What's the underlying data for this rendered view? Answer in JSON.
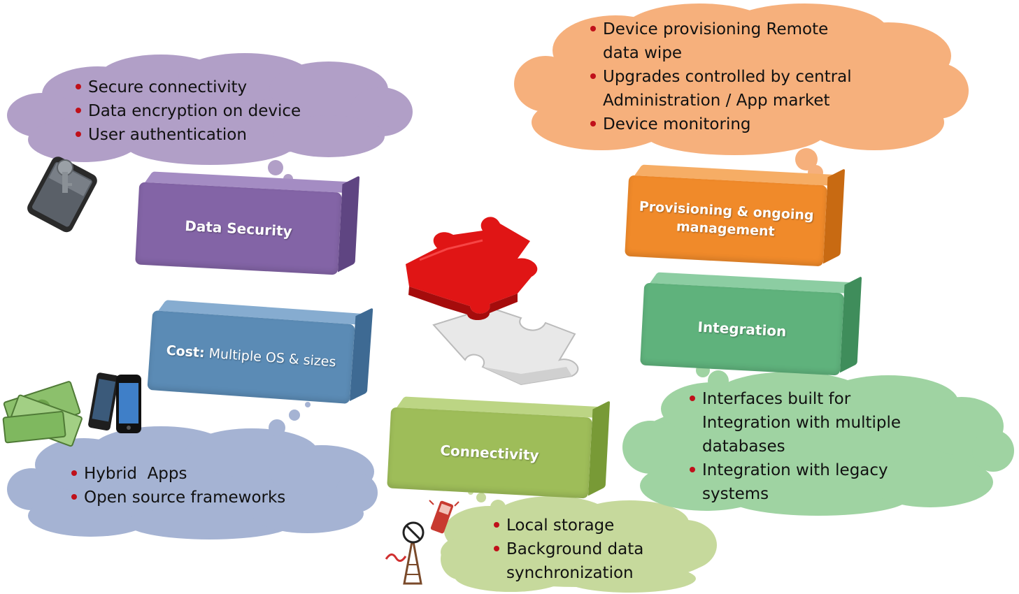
{
  "blocks": {
    "data_security": "Data Security",
    "cost_label": "Cost:",
    "cost_text": " Multiple OS & sizes",
    "connectivity": "Connectivity",
    "provisioning": "Provisioning & ongoing management",
    "integration": "Integration"
  },
  "clouds": {
    "security": [
      "Secure connectivity",
      "Data encryption on device",
      "User authentication"
    ],
    "provisioning": [
      "Device provisioning Remote data wipe",
      "Upgrades controlled by central Administration / App market",
      "Device monitoring"
    ],
    "cost": [
      "Hybrid  Apps",
      "Open source frameworks"
    ],
    "connectivity": [
      "Local storage",
      "Background data synchronization"
    ],
    "integration": [
      "Interfaces built for Integration with multiple databases",
      "Integration with legacy systems"
    ]
  },
  "colors": {
    "security": "#b19fc7",
    "provisioning": "#f6b07c",
    "cost": "#a5b3d3",
    "connectivity": "#c6d99c",
    "integration": "#9fd3a2",
    "bullet": "#c0101a",
    "puzzle": "#e01515"
  },
  "icons": {
    "security": "phone-with-key-icon",
    "cost": "money-and-phones-icon",
    "connectivity": "no-signal-tower-icon",
    "center": "puzzle-piece-icon"
  }
}
